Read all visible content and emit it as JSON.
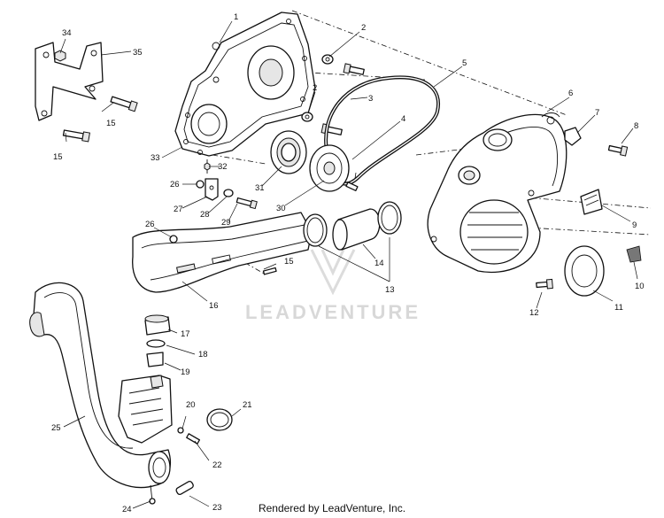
{
  "callouts": [
    "1",
    "2",
    "2",
    "3",
    "4",
    "5",
    "6",
    "7",
    "8",
    "9",
    "10",
    "11",
    "12",
    "13",
    "14",
    "15",
    "15",
    "15",
    "16",
    "17",
    "18",
    "19",
    "20",
    "21",
    "22",
    "23",
    "24",
    "25",
    "26",
    "26",
    "27",
    "28",
    "29",
    "30",
    "31",
    "32",
    "33",
    "34",
    "35"
  ],
  "watermark": "LEADVENTURE",
  "footer": "Rendered by LeadVenture, Inc."
}
